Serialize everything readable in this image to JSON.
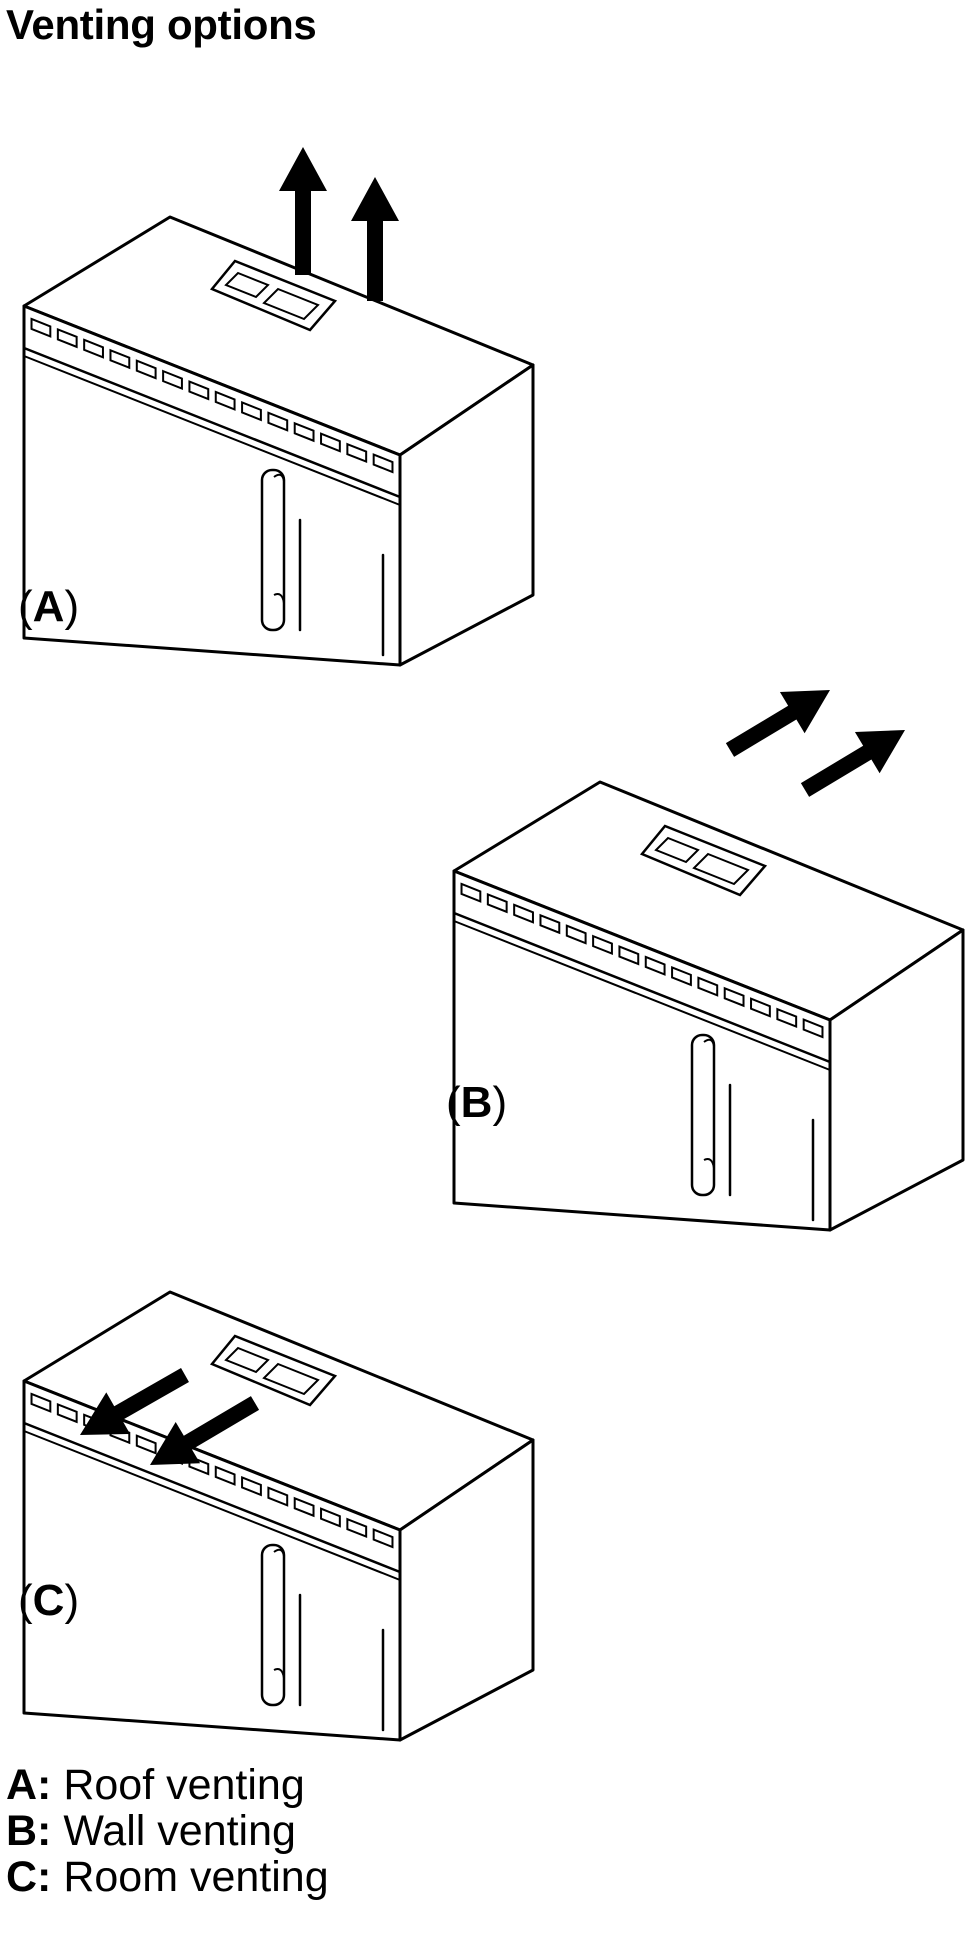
{
  "title": "Venting options",
  "figures": [
    {
      "id": "A",
      "label_open": "(",
      "letter": "A",
      "label_close": ")",
      "vent_direction": "up"
    },
    {
      "id": "B",
      "label_open": "(",
      "letter": "B",
      "label_close": ")",
      "vent_direction": "back"
    },
    {
      "id": "C",
      "label_open": "(",
      "letter": "C",
      "label_close": ")",
      "vent_direction": "front"
    }
  ],
  "legend": [
    {
      "key": "A:",
      "text": " Roof venting"
    },
    {
      "key": "B:",
      "text": " Wall venting"
    },
    {
      "key": "C:",
      "text": " Room venting"
    }
  ],
  "colors": {
    "line": "#000000",
    "fill": "#ffffff"
  }
}
